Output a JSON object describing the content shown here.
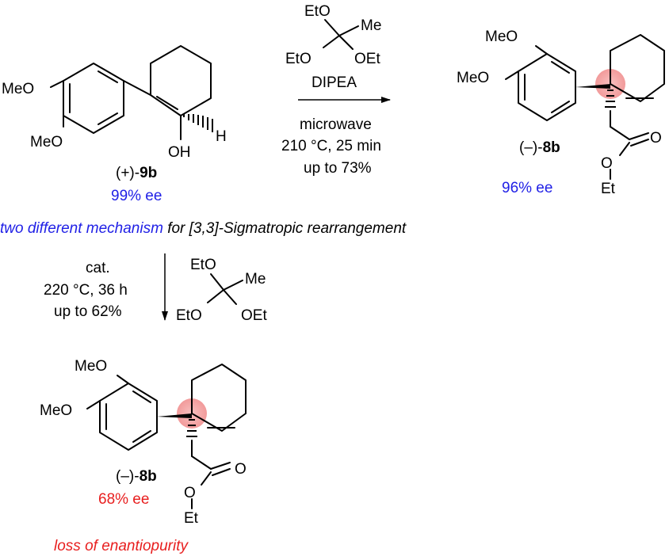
{
  "starting_material": {
    "ome_top": "MeO",
    "ome_bottom": "MeO",
    "oh": "OH",
    "h": "H",
    "label_prefix": "(+)-",
    "label_bold": "9b",
    "ee": "99% ee"
  },
  "reagent_top": {
    "eto_top": "EtO",
    "me": "Me",
    "eto_left": "EtO",
    "oet": "OEt",
    "base": "DIPEA",
    "cond_1": "microwave",
    "cond_2": "210 °C, 25 min",
    "cond_3": "up to 73%"
  },
  "product_top": {
    "ome_top": "MeO",
    "ome_left": "MeO",
    "carbonyl_o": "O",
    "ester_o": "O",
    "et": "Et",
    "label_prefix": "(–)-",
    "label_bold": "8b",
    "ee": "96% ee"
  },
  "mechanism_note": {
    "part_1": "two different mechanism",
    "part_2": " for [3,3]-Sigmatropic rearrangement"
  },
  "reagent_bottom": {
    "cat": "cat.",
    "cond_1": "220 °C, 36 h",
    "cond_2": "up to 62%",
    "eto_top": "EtO",
    "me": "Me",
    "eto_left": "EtO",
    "oet": "OEt"
  },
  "product_bottom": {
    "ome_top": "MeO",
    "ome_left": "MeO",
    "carbonyl_o": "O",
    "ester_o": "O",
    "et": "Et",
    "label_prefix": "(–)-",
    "label_bold": "8b",
    "ee": "68% ee",
    "note": "loss of enantiopurity"
  },
  "colors": {
    "blue": "#1f1fe6",
    "red": "#e81e1e",
    "highlight": "#f4a6a6"
  }
}
